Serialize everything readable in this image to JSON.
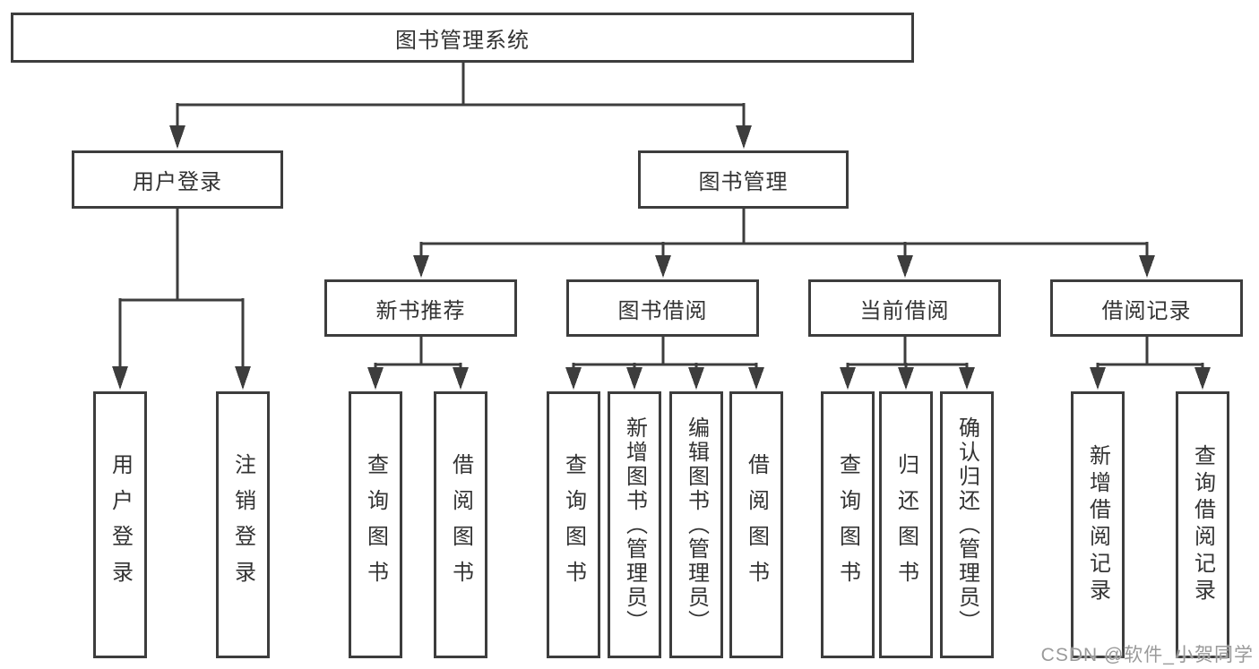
{
  "diagram": {
    "root_label": "图书管理系统",
    "level2_labels": [
      "用户登录",
      "图书管理"
    ],
    "level3_labels": [
      "新书推荐",
      "图书借阅",
      "当前借阅",
      "借阅记录"
    ],
    "leaf_groups": {
      "user_login": [
        "用户登录",
        "注销登录"
      ],
      "new_book_recommend": [
        "查询图书",
        "借阅图书"
      ],
      "book_borrowing": [
        "查询图书",
        "新增图书（管理员）",
        "编辑图书（管理员）",
        "借阅图书"
      ],
      "current_borrowing": [
        "查询图书",
        "归还图书",
        "确认归还（管理员）"
      ],
      "borrowing_records": [
        "新增借阅记录",
        "查询借阅记录"
      ]
    }
  },
  "watermark_text": "CSDN @软件_小贺同学",
  "colors": {
    "line": "#3d3d3d",
    "text": "#333333",
    "watermark": "#9a9a9a",
    "background": "#ffffff"
  }
}
